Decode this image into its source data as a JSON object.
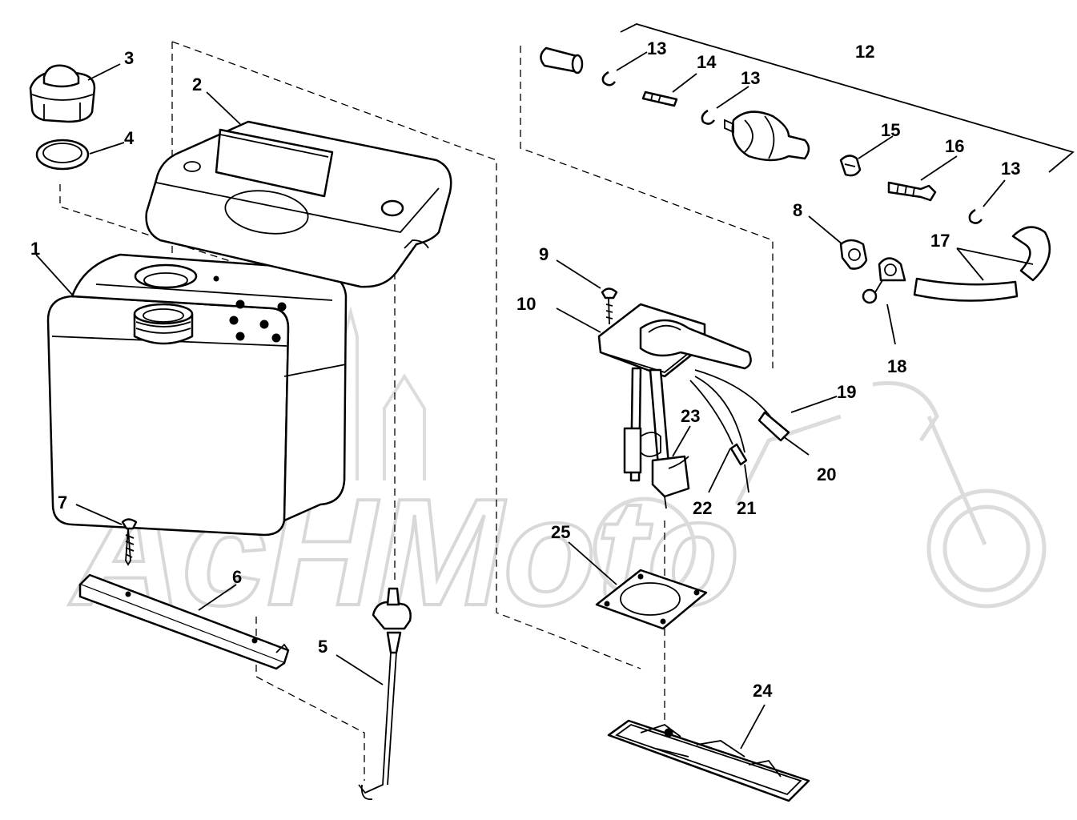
{
  "watermark": "AcHMoto",
  "callouts": [
    {
      "id": "1",
      "label": "1"
    },
    {
      "id": "2",
      "label": "2"
    },
    {
      "id": "3",
      "label": "3"
    },
    {
      "id": "4",
      "label": "4"
    },
    {
      "id": "5",
      "label": "5"
    },
    {
      "id": "6",
      "label": "6"
    },
    {
      "id": "7",
      "label": "7"
    },
    {
      "id": "8",
      "label": "8"
    },
    {
      "id": "9",
      "label": "9"
    },
    {
      "id": "10",
      "label": "10"
    },
    {
      "id": "12",
      "label": "12"
    },
    {
      "id": "13a",
      "label": "13"
    },
    {
      "id": "13b",
      "label": "13"
    },
    {
      "id": "13c",
      "label": "13"
    },
    {
      "id": "14",
      "label": "14"
    },
    {
      "id": "15",
      "label": "15"
    },
    {
      "id": "16",
      "label": "16"
    },
    {
      "id": "17",
      "label": "17"
    },
    {
      "id": "18",
      "label": "18"
    },
    {
      "id": "19",
      "label": "19"
    },
    {
      "id": "20",
      "label": "20"
    },
    {
      "id": "21",
      "label": "21"
    },
    {
      "id": "22",
      "label": "22"
    },
    {
      "id": "23",
      "label": "23"
    },
    {
      "id": "24",
      "label": "24"
    },
    {
      "id": "25",
      "label": "25"
    }
  ]
}
